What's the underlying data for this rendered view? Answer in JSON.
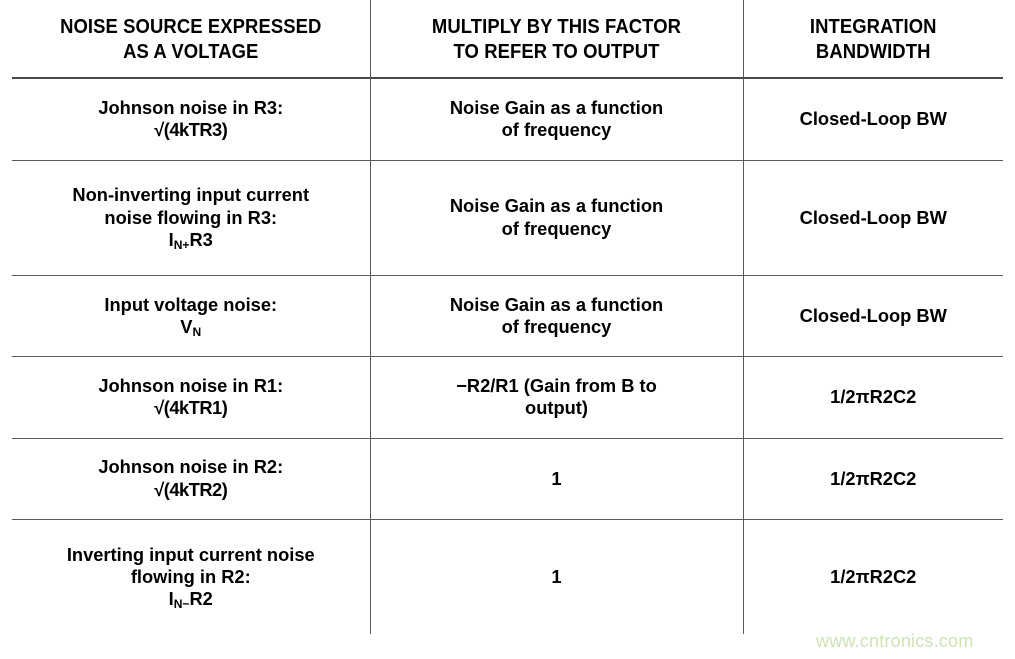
{
  "table": {
    "headers": [
      "NOISE SOURCE EXPRESSED AS A VOLTAGE",
      "MULTIPLY BY THIS FACTOR TO REFER TO OUTPUT",
      "INTEGRATION BANDWIDTH"
    ],
    "header_lines": {
      "col1_line1": "NOISE SOURCE EXPRESSED",
      "col1_line2": "AS A VOLTAGE",
      "col2_line1": "MULTIPLY BY THIS FACTOR",
      "col2_line2": "TO REFER TO OUTPUT",
      "col3_line1": "INTEGRATION",
      "col3_line2": "BANDWIDTH"
    },
    "rows": [
      {
        "source_line1": "Johnson noise in R3:",
        "source_line2": "√(4kTR3)",
        "source_sub": "",
        "source_sub_tail": "",
        "factor_line1": "Noise Gain as a function",
        "factor_line2": "of frequency",
        "bandwidth": "Closed-Loop BW"
      },
      {
        "source_line1": "Non-inverting input current",
        "source_line2": "noise flowing in R3:",
        "source_line3_pre": "I",
        "source_sub": "N+",
        "source_sub_tail": "R3",
        "factor_line1": "Noise Gain as a function",
        "factor_line2": "of frequency",
        "bandwidth": "Closed-Loop BW"
      },
      {
        "source_line1": "Input voltage noise:",
        "source_line3_pre": "V",
        "source_sub": "N",
        "source_sub_tail": "",
        "factor_line1": "Noise Gain as a function",
        "factor_line2": "of frequency",
        "bandwidth": "Closed-Loop BW"
      },
      {
        "source_line1": "Johnson noise in R1:",
        "source_line2": "√(4kTR1)",
        "factor_line1": "−R2/R1 (Gain from B to",
        "factor_line2": "output)",
        "bandwidth": "1/2πR2C2"
      },
      {
        "source_line1": "Johnson noise in R2:",
        "source_line2": "√(4kTR2)",
        "factor_line1": "1",
        "factor_line2": "",
        "bandwidth": "1/2πR2C2"
      },
      {
        "source_line1": "Inverting input current noise",
        "source_line2": "flowing in R2:",
        "source_line3_pre": "I",
        "source_sub": "N−",
        "source_sub_tail": "R2",
        "factor_line1": "1",
        "factor_line2": "",
        "bandwidth": "1/2πR2C2"
      }
    ]
  },
  "watermark": {
    "text": "www.cntronics.com",
    "color": "#cde4b7"
  },
  "colors": {
    "text": "#000000",
    "rule": "#5a5a5a",
    "header_rule": "#4a4a4a",
    "background": "#ffffff"
  }
}
